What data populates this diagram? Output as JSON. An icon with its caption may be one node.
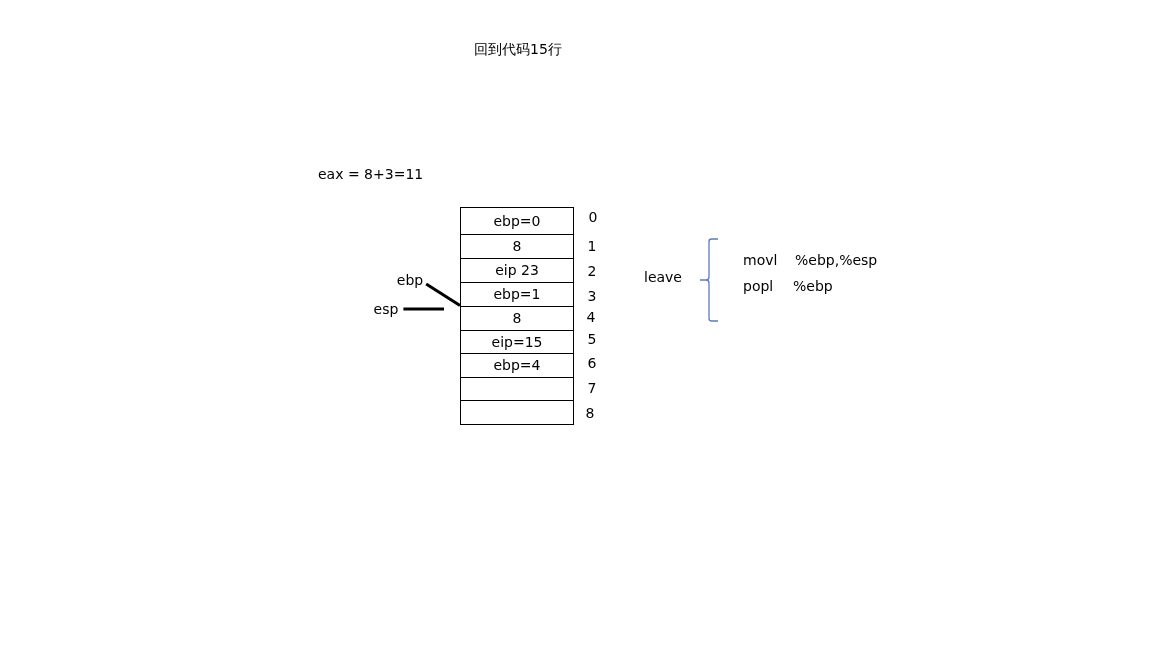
{
  "diagram": {
    "title": "回到代码15行",
    "nodes": [
      {
        "text": [
          "ebp=0"
        ],
        "beside": [
          "0"
        ]
      },
      {
        "text": [
          "8"
        ],
        "beside": [
          "1"
        ]
      },
      {
        "text": [
          "eip 23"
        ],
        "beside": [
          "2"
        ]
      },
      {
        "text": [
          "ebp=1"
        ],
        "beside": [
          "3"
        ]
      },
      {
        "text": [
          "8"
        ],
        "beside": [
          "4"
        ]
      },
      {
        "text": [
          "eip=15"
        ],
        "beside": [
          "5"
        ]
      },
      {
        "text": [
          "ebp=4"
        ],
        "beside": [
          "6"
        ]
      },
      {
        "text": [],
        "shape": "box",
        "beside": [
          "7"
        ]
      },
      {
        "text": [],
        "shape": "box",
        "beside": [
          "8"
        ]
      },
      {
        "text": [
          "ebp"
        ]
      },
      {
        "text": [
          "esp"
        ]
      }
    ],
    "edges": [
      {
        "from": 9,
        "to": 3,
        "arrow": "none"
      },
      {
        "from": 10,
        "to": null,
        "arrow": "none"
      }
    ],
    "labels": [
      "eax = 8+3=11",
      "leave",
      "movl",
      "%ebp,%esp",
      "popl",
      "%ebp"
    ]
  }
}
